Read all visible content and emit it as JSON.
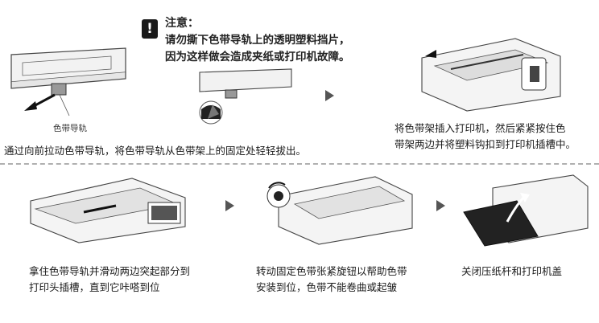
{
  "caution": {
    "icon": "exclamation-icon",
    "title": "注意：",
    "line1": "请勿撕下色带导轨上的透明塑料挡片，",
    "line2": "因为这样做会造成夹纸或打印机故障。"
  },
  "steps": [
    {
      "callout": "色带导轨",
      "lines": [
        "通过向前拉动色带导轨，将色带导轨从色带架上的固定处轻轻拔出。"
      ]
    },
    {
      "lines": [
        "将色带架插入打印机，然后紧紧按住色",
        "带架两边并将塑料钩扣到打印机插槽中。"
      ]
    },
    {
      "lines": [
        "拿住色带导轨并滑动两边突起部分到",
        "打印头插槽，直到它咔嗒到位"
      ]
    },
    {
      "lines": [
        "转动固定色带张紧旋钮以帮助色带",
        "安装到位，色带不能卷曲或起皱"
      ]
    },
    {
      "lines": [
        "关闭压纸杆和打印机盖"
      ]
    }
  ],
  "colors": {
    "arrow": "#555555",
    "divider": "#b0b0b0",
    "icon_bg": "#1a1a1a"
  }
}
